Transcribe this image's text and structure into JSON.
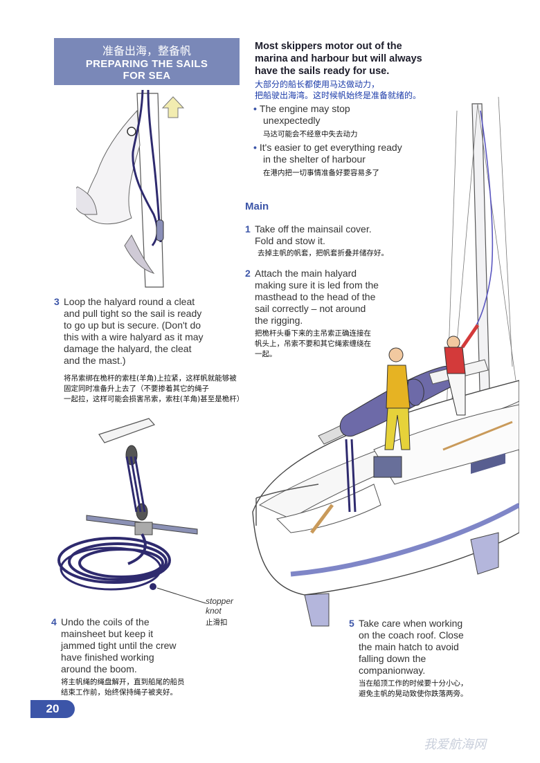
{
  "header": {
    "title_cn": "准备出海，整备帆",
    "title_en_line1": "PREPARING THE SAILS",
    "title_en_line2": "FOR SEA"
  },
  "intro": {
    "line1": "Most skippers motor out of the",
    "line2": "marina and harbour but will always",
    "line3": "have the sails ready for use.",
    "cn_line1": "大部分的船长都使用马达做动力，",
    "cn_line2": "把船驶出海湾。这时候帆始终是准备就绪的。"
  },
  "bullets": [
    {
      "line1": "The engine may stop",
      "line2": "unexpectedly",
      "cn": "马达可能会不经意中失去动力"
    },
    {
      "line1": "It's easier to get everything ready",
      "line2": "in the shelter of harbour",
      "cn": "在港内把一切事情准备好要容易多了"
    }
  ],
  "main_heading": "Main",
  "steps": {
    "s1": {
      "num": "1",
      "line1": "Take off the mainsail cover.",
      "line2": "Fold and stow it.",
      "cn": "去掉主帆的帆套，把帆套折叠并储存好。"
    },
    "s2": {
      "num": "2",
      "line1": "Attach the main halyard",
      "line2": "making sure it is led from the",
      "line3": "masthead to the head of the",
      "line4": "sail correctly – not around",
      "line5": "the rigging.",
      "cn1": "把桅杆头垂下来的主吊索正确连接在",
      "cn2": "帆头上，吊索不要和其它绳索缠绕在",
      "cn3": "一起。"
    },
    "s3": {
      "num": "3",
      "line1": "Loop the halyard round a cleat",
      "line2": "and pull tight so the sail is ready",
      "line3": "to go up but is secure. (Don't do",
      "line4": "this with a wire halyard as it may",
      "line5": "damage the halyard, the cleat",
      "line6": "and the mast.)",
      "cn1": "将吊索绑在桅杆的索柱(羊角)上拉紧，这样帆就能够被",
      "cn2": "固定同时准备升上去了（不要掺着其它的绳子",
      "cn3": "一起拉，这样可能会损害吊索，索柱(羊角)甚至是桅杆）"
    },
    "s4": {
      "num": "4",
      "line1": "Undo the coils of the",
      "line2": "mainsheet but keep it",
      "line3": "jammed tight until the crew",
      "line4": "have finished working",
      "line5": "around the boom.",
      "cn1": "将主帆绳的绳盘解开，直到船尾的船员",
      "cn2": "结束工作前，始终保持绳子被夹好。"
    },
    "s5": {
      "num": "5",
      "line1": "Take care when working",
      "line2": "on the coach roof. Close",
      "line3": "the main hatch to avoid",
      "line4": "falling down the",
      "line5": "companionway.",
      "cn1": "当在船顶工作的时候要十分小心，",
      "cn2": "避免主帆的晃动致使你跌落两旁。"
    }
  },
  "stopper": {
    "en1": "stopper",
    "en2": "knot",
    "cn": "止滑扣"
  },
  "page_number": "20",
  "watermark": "我爱航海网",
  "colors": {
    "accent": "#3c55a8",
    "header_bg": "#7a88b8",
    "rope": "#2e2a6e",
    "sail": "#6d6aa8",
    "hull_stripe": "#7f86c7"
  }
}
